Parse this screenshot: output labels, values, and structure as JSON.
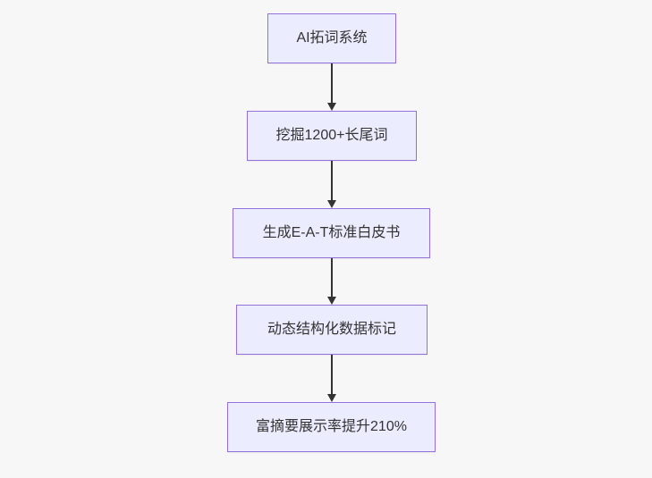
{
  "flowchart": {
    "type": "flowchart",
    "direction": "top-down",
    "nodes": [
      {
        "id": "n1",
        "label": "AI拓词系统"
      },
      {
        "id": "n2",
        "label": "挖掘1200+长尾词"
      },
      {
        "id": "n3",
        "label": "生成E-A-T标准白皮书"
      },
      {
        "id": "n4",
        "label": "动态结构化数据标记"
      },
      {
        "id": "n5",
        "label": "富摘要展示率提升210%"
      }
    ],
    "edges": [
      {
        "from": "n1",
        "to": "n2"
      },
      {
        "from": "n2",
        "to": "n3"
      },
      {
        "from": "n3",
        "to": "n4"
      },
      {
        "from": "n4",
        "to": "n5"
      }
    ],
    "colors": {
      "background": "#f7f7f7",
      "node_fill": "#ececff",
      "node_border": "#9370db",
      "text": "#333333",
      "arrow": "#333333"
    }
  }
}
